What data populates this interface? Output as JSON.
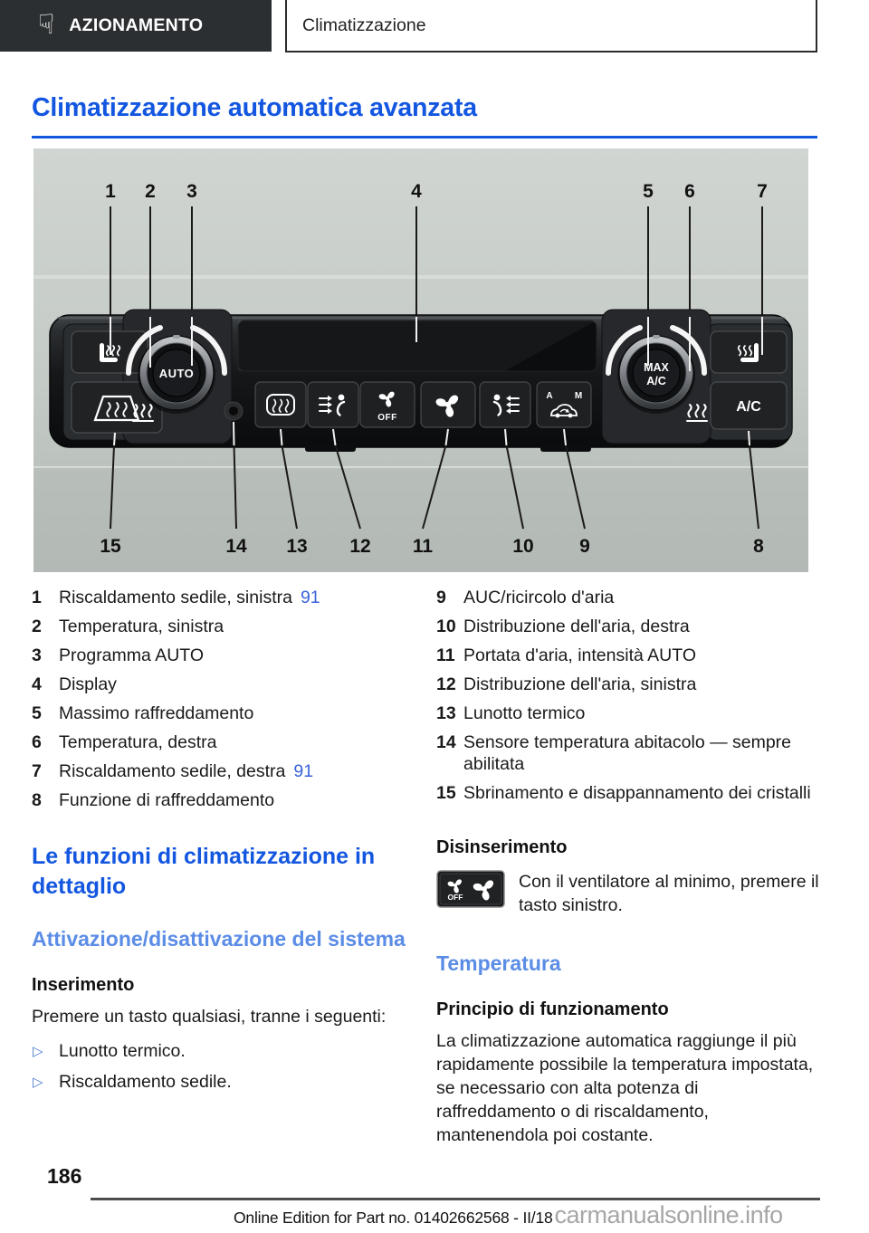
{
  "header": {
    "chapter": "AZIONAMENTO",
    "section": "Climatizzazione",
    "hand_icon_glyph": "☟"
  },
  "title": "Climatizzazione automatica avanzata",
  "figure": {
    "callouts_top": [
      "1",
      "2",
      "3",
      "4",
      "5",
      "6",
      "7"
    ],
    "callouts_bottom": [
      "15",
      "14",
      "13",
      "12",
      "11",
      "10",
      "9",
      "8"
    ],
    "panel_labels": {
      "auto": "AUTO",
      "max_line1": "MAX",
      "max_line2": "A/C",
      "ac": "A/C",
      "off": "OFF",
      "a": "A",
      "m": "M"
    }
  },
  "legend_left": [
    {
      "num": "1",
      "text": "Riscaldamento sedile, sinistra",
      "ref": "91"
    },
    {
      "num": "2",
      "text": "Temperatura, sinistra"
    },
    {
      "num": "3",
      "text": "Programma AUTO"
    },
    {
      "num": "4",
      "text": "Display"
    },
    {
      "num": "5",
      "text": "Massimo raffreddamento"
    },
    {
      "num": "6",
      "text": "Temperatura, destra"
    },
    {
      "num": "7",
      "text": "Riscaldamento sedile, destra",
      "ref": "91"
    },
    {
      "num": "8",
      "text": "Funzione di raffreddamento"
    }
  ],
  "legend_right": [
    {
      "num": "9",
      "text": "AUC/ricircolo d'aria"
    },
    {
      "num": "10",
      "text": "Distribuzione dell'aria, destra"
    },
    {
      "num": "11",
      "text": "Portata d'aria, intensità AUTO"
    },
    {
      "num": "12",
      "text": "Distribuzione dell'aria, sinistra"
    },
    {
      "num": "13",
      "text": "Lunotto termico"
    },
    {
      "num": "14",
      "text": "Sensore temperatura abitacolo — sempre abilitata"
    },
    {
      "num": "15",
      "text": "Sbrinamento e disappannamento dei cristalli"
    }
  ],
  "sections": {
    "functions_title": "Le funzioni di climatizzazione in dettaglio",
    "activation_title": "Attivazione/disattivazione del sistema",
    "on_heading": "Inserimento",
    "on_intro": "Premere un tasto qualsiasi, tranne i seguenti:",
    "on_items": [
      "Lunotto termico.",
      "Riscaldamento sedile."
    ],
    "bullet_glyph": "▷",
    "off_heading": "Disinserimento",
    "off_text": "Con il ventilatore al minimo, premere il tasto sinistro.",
    "off_button_label": "OFF",
    "temperature_title": "Temperatura",
    "principle_heading": "Principio di funzionamento",
    "principle_text": "La climatizzazione automatica raggiunge il più ra­pidamente possibile la temperatura impostata, se necessario con alta potenza di raffreddamento o di riscaldamento, mantenendola poi costante."
  },
  "footer": {
    "page_number": "186",
    "edition": "Online Edition for Part no. 01402662568 - II/18",
    "watermark": "carmanualsonline.info"
  },
  "colors": {
    "accent_blue": "#1356e0",
    "light_blue": "#5b8ce6",
    "ref_blue": "#3a63da",
    "panel_dark": "#0c0d0e",
    "figure_bg": "#c4cac6"
  }
}
